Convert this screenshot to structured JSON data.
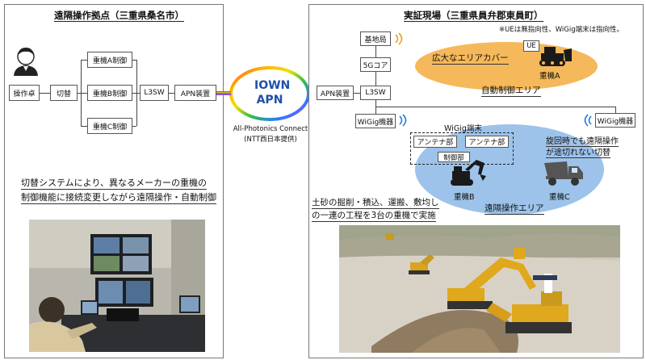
{
  "left": {
    "title": "遠隔操作拠点（三重県桑名市）",
    "boxes": {
      "console": "操作卓",
      "switch": "切替",
      "ctrl_a": "重機A制御",
      "ctrl_b": "重機B制御",
      "ctrl_c": "重機C制御",
      "l3sw": "L3SW",
      "apn": "APN装置"
    },
    "caption_line1": "切替システムにより、異なるメーカーの重機の",
    "caption_line2": "制御機能に接続変更しながら遠隔操作・自動制御"
  },
  "center": {
    "iown_line1": "IOWN",
    "iown_line2": "APN",
    "apc_line1": "All-Photonics Connect",
    "apc_line2": "(NTT西日本提供)"
  },
  "right": {
    "title": "実証現場（三重県員弁郡東員町）",
    "note": "※UEは無指向性、WiGig端末は指向性。",
    "boxes": {
      "base_station": "基地局",
      "core_5g": "5Gコア",
      "l3sw": "L3SW",
      "apn": "APN装置",
      "wigig_left": "WiGig機器",
      "wigig_right": "WiGig機器",
      "antenna1": "アンテナ部",
      "antenna2": "アンテナ部",
      "control_unit": "制御部",
      "ue": "UE"
    },
    "wide_area": "広大なエリアカバー",
    "machine_a": "重機A",
    "auto_area": "自動制御エリア",
    "wigig_terminal": "WiGig端末",
    "swing_line1": "旋回時でも遠隔操作",
    "swing_line2": "が途切れない切替",
    "machine_b": "重機B",
    "machine_c": "重機C",
    "remote_area": "遠隔操作エリア",
    "caption_line1": "土砂の掘削・積込、運搬、敷均し",
    "caption_line2": "の一連の工程を3台の重機で実施"
  },
  "colors": {
    "orange_ellipse": "#f5b85a",
    "blue_ellipse": "#9dc3ea",
    "wave": "#e8a317"
  }
}
